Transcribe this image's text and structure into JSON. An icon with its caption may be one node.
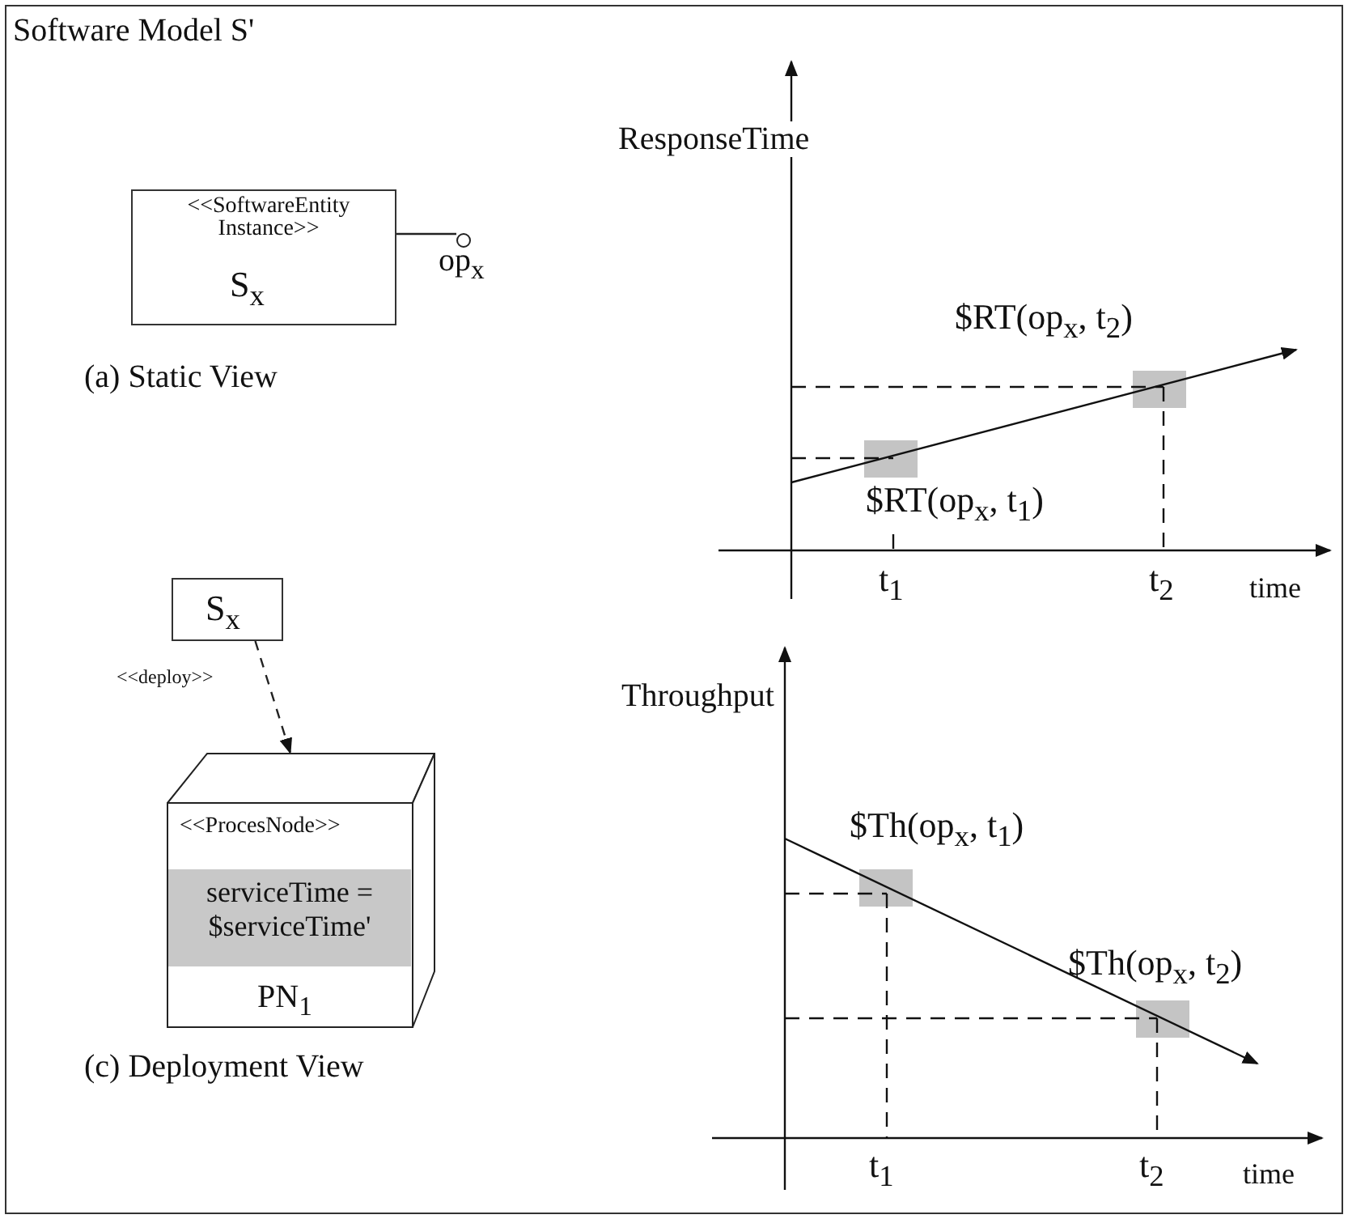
{
  "diagram": {
    "nodes": [
      {
        "text": [
          "Software Model S'"
        ]
      },
      {
        "text": [
          "<<SoftwareEntity Instance>>",
          "S$_{x}$"
        ],
        "in": 0
      },
      {
        "text": [],
        "shape": "circle",
        "beside": [
          "op$_{x}$"
        ],
        "in": 0
      },
      {
        "text": [
          "S$_{x}$"
        ],
        "in": 0
      },
      {
        "text": [
          "<<ProcesNode>>",
          "serviceTime = $serviceTime'",
          "PN$_{1}$"
        ],
        "in": 0
      }
    ],
    "edges": [
      {
        "from": 1,
        "to": 2,
        "arrow": "none"
      },
      {
        "from": 3,
        "to": 4,
        "arrow": "to",
        "style": "dashed",
        "label": "<<deploy>>"
      }
    ],
    "labels": [
      "(a) Static View",
      "ResponseTime",
      "$RT(op$_{x}$, t$_{2}$)",
      "$RT(op$_{x}$, t$_{1}$)",
      "t$_{1}$",
      "t$_{2}$",
      "time",
      "Throughput",
      "$Th(op$_{x}$, t$_{1}$)",
      "$Th(op$_{x}$, t$_{2}$)",
      "(c) Deployment View",
      "t$_{1}$",
      "t$_{2}$",
      "time"
    ]
  }
}
